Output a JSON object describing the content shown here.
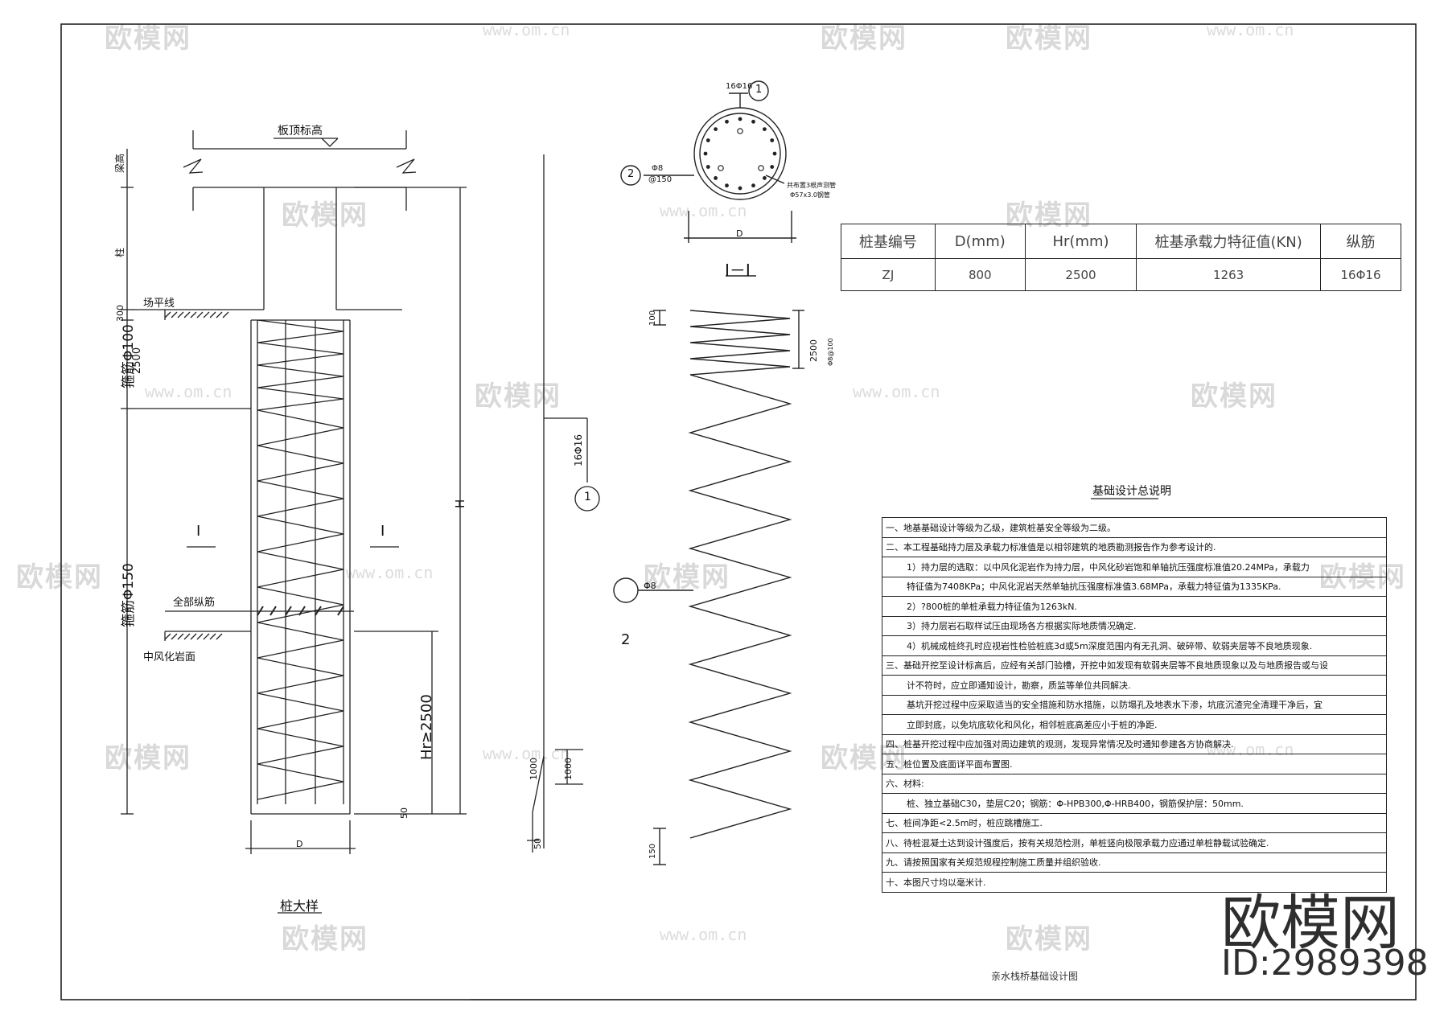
{
  "watermark": {
    "brand": "欧模网",
    "url": "www.om.cn",
    "url_short": "om.cn"
  },
  "pile_detail": {
    "board_top_elevation": "板顶标高",
    "beam_height": "梁高",
    "column": "柱",
    "site_level_line": "场平线",
    "dim_300": "300",
    "stirrup_dense": "箍筋Φ100",
    "dim_2500": "2500",
    "section_mark_left": "I",
    "section_mark_right": "I",
    "all_longitudinal": "全部纵筋",
    "stirrup_sparse": "箍筋Φ150",
    "weathered_rock": "中风化岩面",
    "hr_min": "Hr≥2500",
    "dim_50": "50",
    "dim_H": "H",
    "dim_D": "D",
    "title": "桩大样"
  },
  "rebar": {
    "bar_label": "16Φ16",
    "bar_no": "1",
    "dim_1000a": "1000",
    "dim_1000b": "1000",
    "dim_50": "50"
  },
  "section": {
    "bars_label": "16Φ16",
    "bars_no": "1",
    "tie_no": "2",
    "tie_label_1": "Φ8",
    "tie_label_2": "@150",
    "pipe_note_1": "共布置3根声测管",
    "pipe_note_2": "Φ57x3.0钢管",
    "dim_D": "D",
    "title": "I－I"
  },
  "spiral": {
    "tie_no": "2",
    "tie_label": "Φ8",
    "dim_top": "100",
    "dim_2500": "2500",
    "dim_bottom": "150",
    "pitch_note": "Φ8@100"
  },
  "pile_table": {
    "headers": [
      "桩基编号",
      "D(mm)",
      "Hr(mm)",
      "桩基承载力特征值(KN)",
      "纵筋"
    ],
    "row": [
      "ZJ",
      "800",
      "2500",
      "1263",
      "16Φ16"
    ]
  },
  "notes": {
    "title": "基础设计总说明",
    "lines": [
      "一、地基基础设计等级为乙级，建筑桩基安全等级为二级。",
      "二、本工程基础持力层及承载力标准值是以相邻建筑的地质勘测报告作为参考设计的.",
      "1）持力层的选取：以中风化泥岩作为持力层，中风化砂岩饱和单轴抗压强度标准值20.24MPa，承载力",
      "特征值为7408KPa；中风化泥岩天然单轴抗压强度标准值3.68MPa，承载力特征值为1335KPa.",
      "2）?800桩的单桩承载力特征值为1263kN.",
      "3）持力层岩石取样试压由现场各方根据实际地质情况确定.",
      "4）机械成桩终孔时应视岩性检验桩底3d或5m深度范围内有无孔洞、破碎带、软弱夹层等不良地质现象.",
      "三、基础开挖至设计标高后，应经有关部门验槽，开挖中如发现有软弱夹层等不良地质现象以及与地质报告或与设",
      "计不符时，应立即通知设计，勘察，质监等单位共同解决.",
      "基坑开挖过程中应采取适当的安全措施和防水措施，以防塌孔及地表水下渗，坑底沉渣完全清理干净后，宜",
      "立即封底，以免坑底软化和风化，相邻桩底高差应小于桩的净距.",
      "四、桩基开挖过程中应加强对周边建筑的观测，发现异常情况及时通知参建各方协商解决.",
      "五、桩位置及底面详平面布置图.",
      "六、材料:",
      "桩、独立基础C30，垫层C20；钢筋：Φ-HPB300,Φ-HRB400，钢筋保护层：50mm.",
      "七、桩间净距<2.5m时，桩应跳槽施工.",
      "八、待桩混凝土达到设计强度后，按有关规范检测，单桩竖向极限承载力应通过单桩静载试验确定.",
      "九、请按照国家有关规范规程控制施工质量并组织验收.",
      "十、本图尺寸均以毫米计."
    ]
  },
  "sheet_title": "亲水栈桥基础设计图",
  "brand": {
    "name": "欧模网",
    "id": "ID:2989398"
  }
}
